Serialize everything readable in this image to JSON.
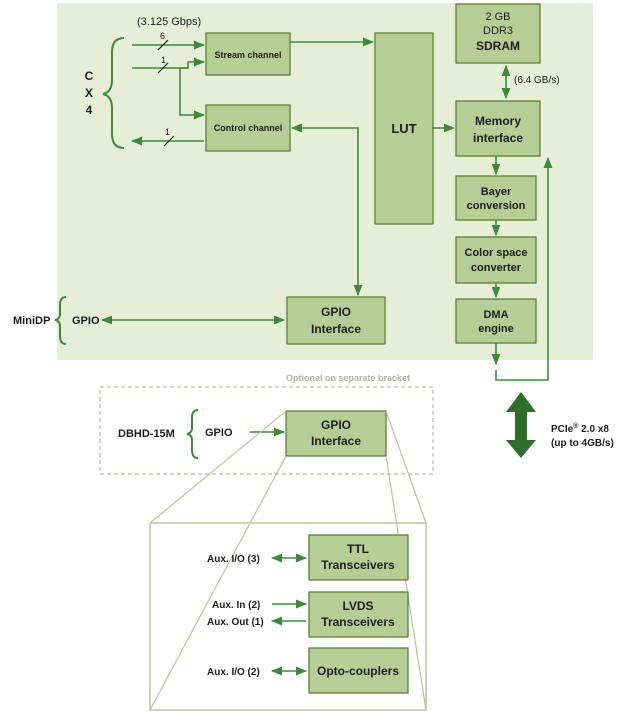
{
  "colors": {
    "board_bg": "#e6eed8",
    "box_fill": "#b7cd96",
    "box_stroke": "#4f7a2a",
    "arrow": "#3d8a3a",
    "pcie_arrow": "#2f6e2a",
    "dashed": "#c6c6b8",
    "magnifier": "#bcc3a2"
  },
  "cx4": {
    "letters": [
      "C",
      "X",
      "4"
    ],
    "rate": "(3.125 Gbps)",
    "lane_counts": [
      "6",
      "1",
      "1"
    ]
  },
  "blocks": {
    "stream_channel": "Stream channel",
    "control_channel": "Control channel",
    "lut": "LUT",
    "sdram": {
      "line1": "2 GB",
      "line2": "DDR3",
      "line3": "SDRAM"
    },
    "memory_bw": "(6.4 GB/s)",
    "memory_interface": {
      "line1": "Memory",
      "line2": "interface"
    },
    "bayer": {
      "line1": "Bayer",
      "line2": "conversion"
    },
    "color_space": {
      "line1": "Color space",
      "line2": "converter"
    },
    "dma": {
      "line1": "DMA",
      "line2": "engine"
    },
    "gpio_interface": {
      "line1": "GPIO",
      "line2": "Interface"
    }
  },
  "minidp": {
    "connector": "MiniDP",
    "signal": "GPIO"
  },
  "pcie": {
    "label": "PCIe",
    "sup": "®",
    "rest": " 2.0 x8",
    "speed": "(up to 4GB/s)"
  },
  "bracket": {
    "caption": "Optional on separate bracket",
    "connector": "DBHD-15M",
    "signal": "GPIO",
    "gpio_interface": {
      "line1": "GPIO",
      "line2": "Interface"
    }
  },
  "aux": {
    "ttl": {
      "label": "Aux. I/O (3)",
      "line1": "TTL",
      "line2": "Transceivers"
    },
    "lvds": {
      "label_in": "Aux. In (2)",
      "label_out": "Aux. Out (1)",
      "line1": "LVDS",
      "line2": "Transceivers"
    },
    "opto": {
      "label": "Aux. I/O (2)",
      "line1": "Opto-couplers"
    }
  }
}
